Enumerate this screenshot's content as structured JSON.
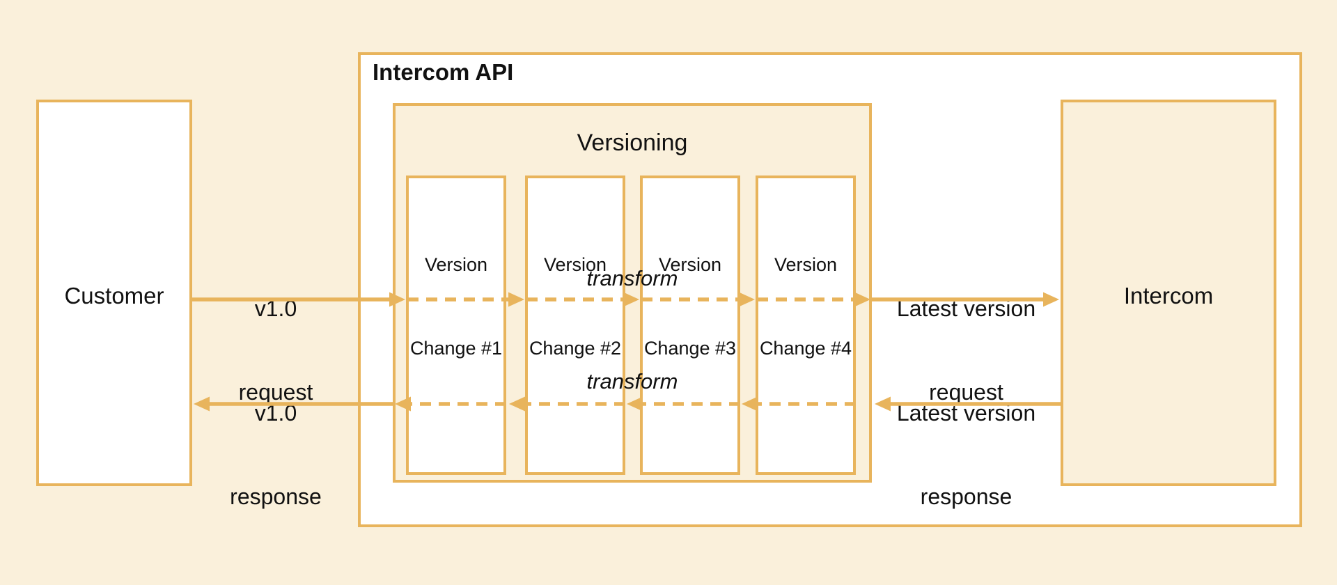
{
  "customer": {
    "label": "Customer"
  },
  "intercom_api": {
    "label": "Intercom API"
  },
  "versioning": {
    "label": "Versioning"
  },
  "version_changes": [
    {
      "line1": "Version",
      "line2": "Change #1"
    },
    {
      "line1": "Version",
      "line2": "Change #2"
    },
    {
      "line1": "Version",
      "line2": "Change #3"
    },
    {
      "line1": "Version",
      "line2": "Change #4"
    }
  ],
  "intercom": {
    "label": "Intercom"
  },
  "flows": {
    "request": {
      "line1": "v1.0",
      "line2": "request"
    },
    "response": {
      "line1": "v1.0",
      "line2": "response"
    },
    "latest_request": {
      "line1": "Latest version",
      "line2": "request"
    },
    "latest_response": {
      "line1": "Latest version",
      "line2": "response"
    },
    "transform_request": "transform",
    "transform_response": "transform"
  },
  "colors": {
    "accent": "#E8B45C",
    "background": "#FAF0DB",
    "box_fill": "#FFFFFF",
    "text": "#111111"
  }
}
